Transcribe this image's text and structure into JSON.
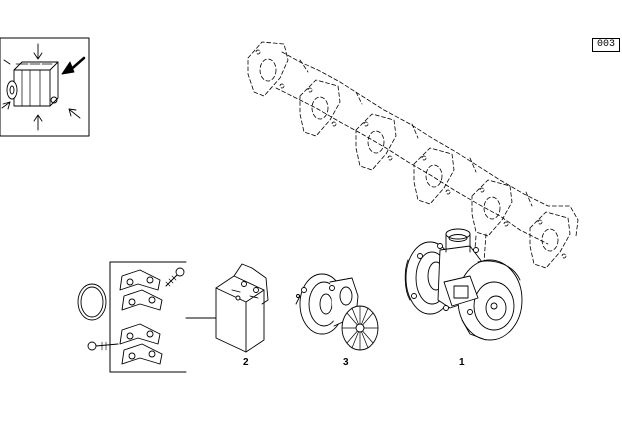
{
  "reference_code": "003",
  "part_labels": [
    "1",
    "2",
    "3"
  ],
  "icons": {
    "locator": "engine-locator-inset-icon",
    "manifold": "exhaust-manifold-icon",
    "turbo": "turbocharger-icon",
    "cartridge": "turbo-cartridge-icon",
    "kit": "service-kit-box-icon",
    "hardware": "gasket-and-bolt-kit-icon"
  },
  "colors": {
    "line": "#000000",
    "background": "#ffffff"
  }
}
